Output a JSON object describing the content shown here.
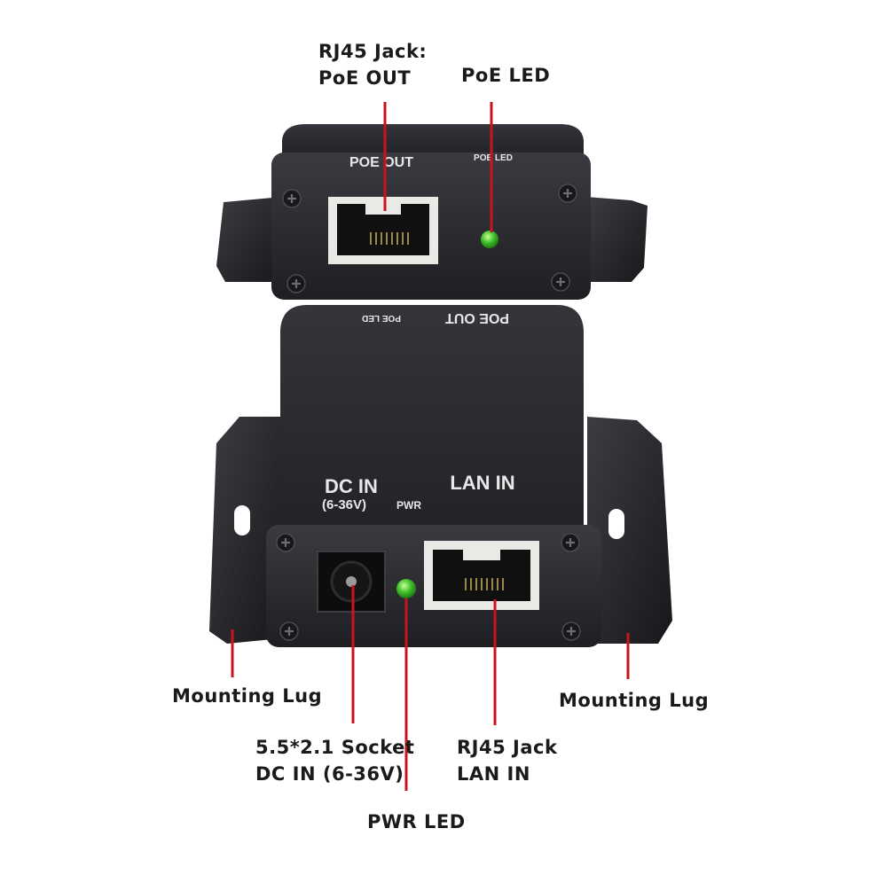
{
  "callouts": {
    "rj45_out": {
      "line1": "RJ45 Jack:",
      "line2": "PoE OUT"
    },
    "poe_led": "PoE LED",
    "mounting_lug_left": "Mounting Lug",
    "mounting_lug_right": "Mounting Lug",
    "dc_socket": {
      "line1": "5.5*2.1 Socket",
      "line2": "DC IN (6-36V)"
    },
    "rj45_in": {
      "line1": "RJ45 Jack",
      "line2": "LAN IN"
    },
    "pwr_led": "PWR LED"
  },
  "device_labels": {
    "top_poe_out": "POE OUT",
    "top_poe_led": "POE LED",
    "back_poe_out": "POE OUT",
    "back_poe_led": "POE LED",
    "dc_in": "DC IN",
    "dc_range": "(6-36V)",
    "pwr": "PWR",
    "lan_in": "LAN IN"
  },
  "colors": {
    "leader_line": "#c8141e",
    "led_on": "#3fbf2a",
    "housing": "#2b2c30",
    "label_text": "#1a1a1a"
  }
}
